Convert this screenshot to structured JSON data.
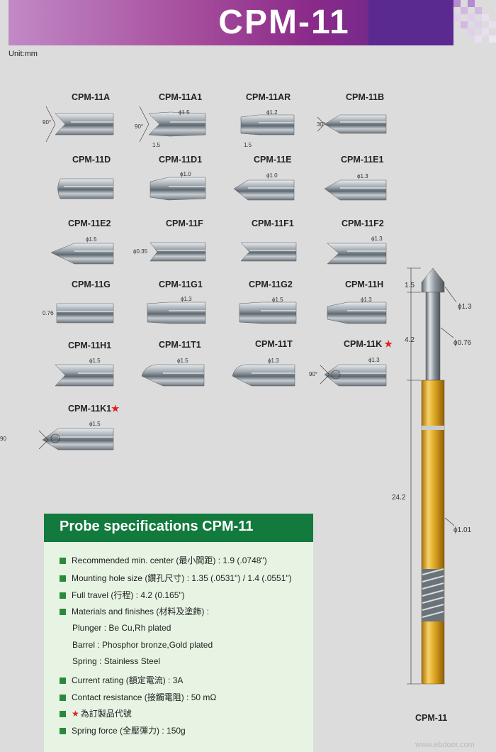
{
  "header": {
    "title": "CPM-11"
  },
  "unit": "Unit:mm",
  "probes": [
    {
      "label": "CPM-11A",
      "note_left": "90°"
    },
    {
      "label": "CPM-11A1",
      "note_left": "90°",
      "dia": "ϕ1.5",
      "len": "1.5"
    },
    {
      "label": "CPM-11AR",
      "dia": "ϕ1.2",
      "len": "1.5"
    },
    {
      "label": "CPM-11B",
      "note_left": "30°"
    },
    {
      "label": "CPM-11D"
    },
    {
      "label": "CPM-11D1",
      "dia": "ϕ1.0"
    },
    {
      "label": "CPM-11E",
      "dia": "ϕ1.0"
    },
    {
      "label": "CPM-11E1",
      "dia": "ϕ1.3"
    },
    {
      "label": "CPM-11E2",
      "dia": "ϕ1.5"
    },
    {
      "label": "CPM-11F",
      "note_left": "ϕ0.35"
    },
    {
      "label": "CPM-11F1"
    },
    {
      "label": "CPM-11F2",
      "dia": "ϕ1.3"
    },
    {
      "label": "CPM-11G",
      "note_left": "0.76"
    },
    {
      "label": "CPM-11G1",
      "dia": "ϕ1.3"
    },
    {
      "label": "CPM-11G2",
      "dia": "ϕ1.5"
    },
    {
      "label": "CPM-11H",
      "dia": "ϕ1.3"
    },
    {
      "label": "CPM-11H1",
      "dia": "ϕ1.5"
    },
    {
      "label": "CPM-11T1",
      "dia": "ϕ1.5"
    },
    {
      "label": "CPM-11T",
      "dia": "ϕ1.3"
    },
    {
      "label": "CPM-11K",
      "star": "★",
      "dia": "ϕ1.3",
      "note_left": "90°"
    },
    {
      "label": "CPM-11K1",
      "star": "★",
      "dia": "ϕ1.5",
      "note_left": "90"
    }
  ],
  "big_probe": {
    "label": "CPM-11",
    "dims": {
      "tip": "1.5",
      "neck": "4.2",
      "body": "24.2"
    },
    "diameters": {
      "tip": "ϕ1.3",
      "neck": "ϕ0.76",
      "barrel": "ϕ1.01"
    }
  },
  "specs": {
    "title": "Probe specifications CPM-11",
    "items": [
      "Recommended min. center (最小間距) : 1.9 (.0748\")",
      "Mounting hole size (鑽孔尺寸) : 1.35 (.0531\") / 1.4 (.0551\")",
      "Full travel (行程) : 4.2 (0.165\")",
      "Materials and finishes (材料及塗飾) :",
      "Plunger : Be Cu,Rh plated",
      "Barrel : Phosphor bronze,Gold plated",
      "Spring : Stainless Steel",
      "Current rating (額定電流) : 3A",
      "Contact resistance (接觸電阻) : 50 mΩ",
      "為訂製品代號",
      "Spring force (全壓彈力) : 150g"
    ],
    "star": "★"
  },
  "watermark": "www.ebdoor.com",
  "colors": {
    "header_green": "#127a3d",
    "bullet_green": "#2a8a3a",
    "gold": "#d9a21e",
    "star_red": "#e0201a"
  }
}
